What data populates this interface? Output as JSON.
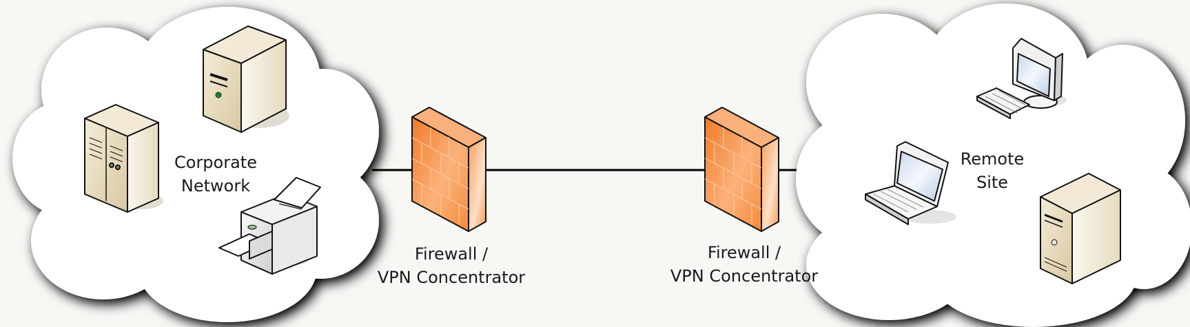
{
  "diagram": {
    "corporate_network": {
      "label_line1": "Corporate",
      "label_line2": "Network"
    },
    "remote_site": {
      "label_line1": "Remote",
      "label_line2": "Site"
    },
    "firewall_left": {
      "label_line1": "Firewall /",
      "label_line2": "VPN Concentrator"
    },
    "firewall_right": {
      "label_line1": "Firewall /",
      "label_line2": "VPN Concentrator"
    }
  },
  "colors": {
    "cloud_fill": "#ffffff",
    "cloud_shadow": "#000000",
    "firewall_orange": "#f58a3c",
    "device_beige": "#e8dcc0",
    "link_line": "#000000"
  },
  "icons": [
    "tower-server-icon",
    "rack-cabinet-icon",
    "printer-icon",
    "firewall-icon",
    "desktop-pc-icon",
    "laptop-icon"
  ]
}
